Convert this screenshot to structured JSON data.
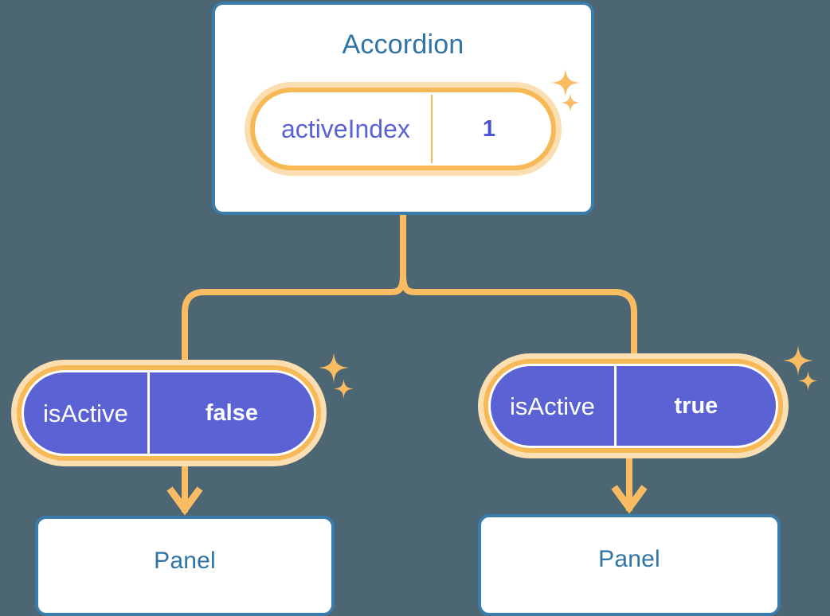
{
  "theme": {
    "background": "#4c6673",
    "card_border": "#3a7caa",
    "card_fill": "#ffffff",
    "title_text": "#2f74a5",
    "pill_ring": "#f7b955",
    "pill_halo": "#fbdfb2",
    "pill_purple": "#5b62d4",
    "value_text_light": "#4a52d8",
    "connector": "#f9bc63",
    "sparkle": "#f9bc63"
  },
  "diagram": {
    "type": "component-state-tree",
    "root": {
      "name": "accordion-component",
      "title": "Accordion",
      "state": {
        "key": "activeIndex",
        "value": "1"
      }
    },
    "children": [
      {
        "name": "panel-left",
        "prop": {
          "key": "isActive",
          "value": "false"
        },
        "title": "Panel"
      },
      {
        "name": "panel-right",
        "prop": {
          "key": "isActive",
          "value": "true"
        },
        "title": "Panel"
      }
    ]
  },
  "labels": {
    "accordion_title": "Accordion",
    "active_index_key": "activeIndex",
    "active_index_value": "1",
    "is_active_key_left": "isActive",
    "is_active_value_left": "false",
    "is_active_key_right": "isActive",
    "is_active_value_right": "true",
    "panel_title_left": "Panel",
    "panel_title_right": "Panel"
  },
  "icons": {
    "sparkle": "sparkle-icon",
    "arrow_down": "arrow-down-icon",
    "branch": "branch-connector"
  }
}
